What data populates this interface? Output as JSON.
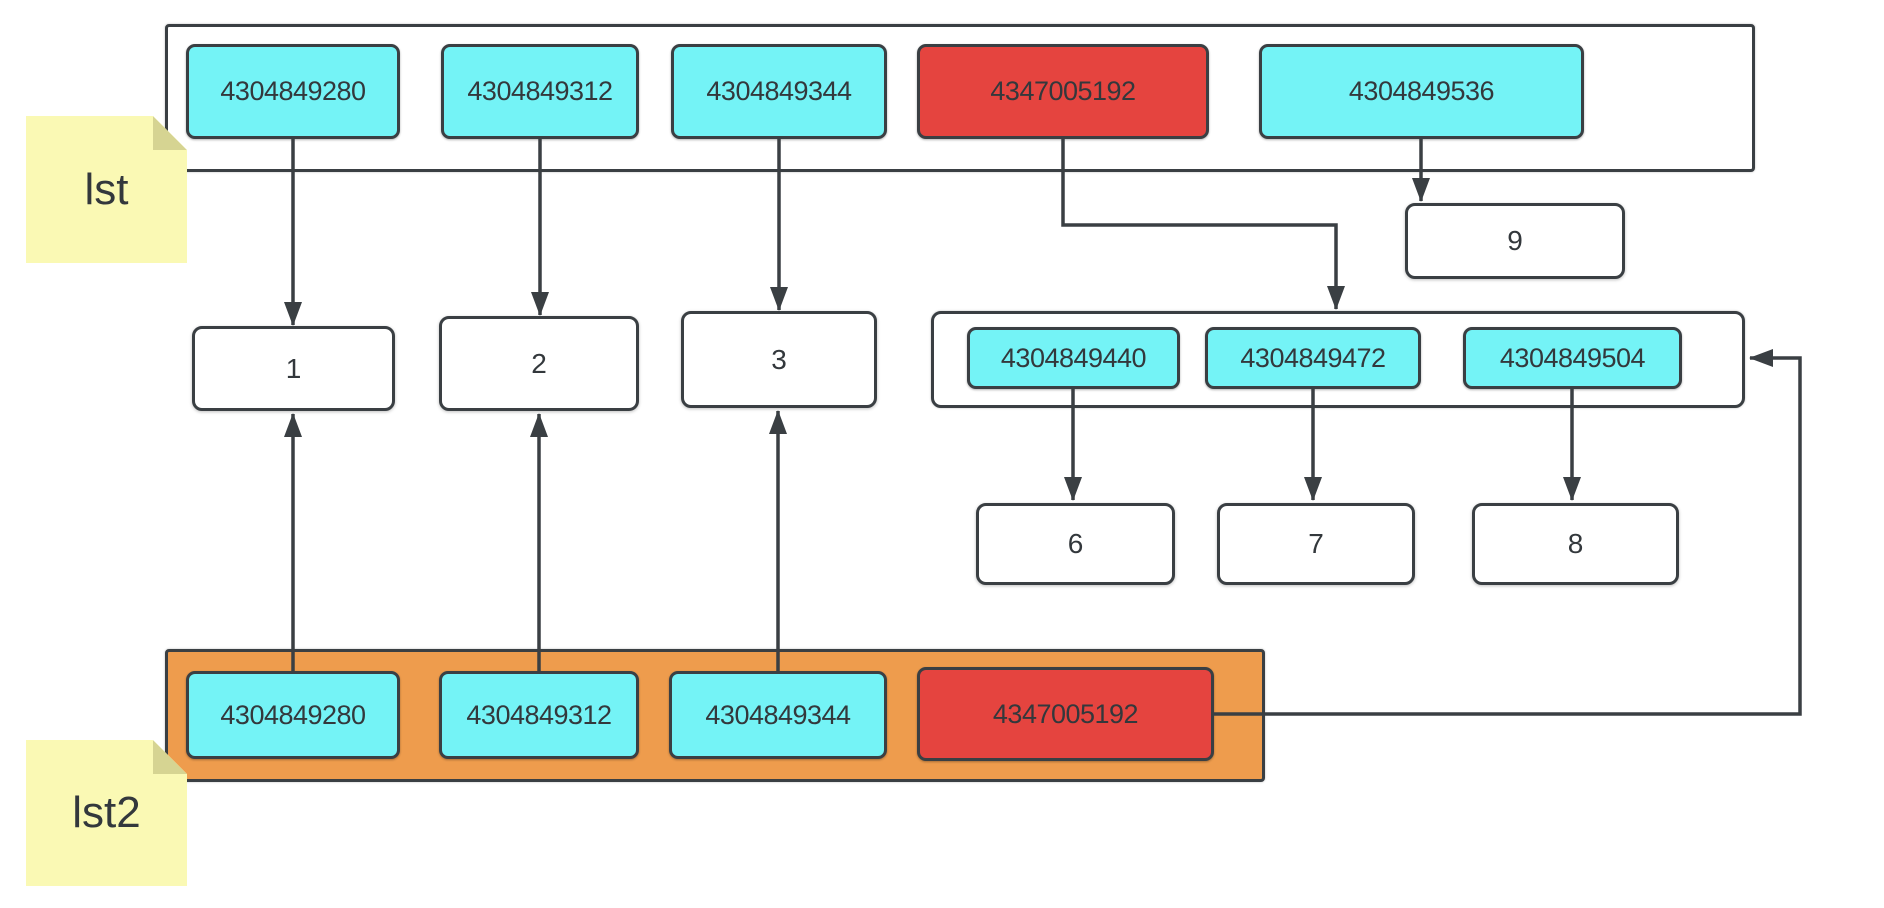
{
  "colors": {
    "cyan": "#74F3F6",
    "red": "#E5443F",
    "orange": "#EE9C4D",
    "sticky-yellow": "#FAF9B4",
    "sticky-fold": "#D6D492",
    "stroke": "#3A3F43",
    "text": "#33383C"
  },
  "lst": {
    "label": "lst",
    "items": [
      {
        "text": "4304849280",
        "fill": "cyan"
      },
      {
        "text": "4304849312",
        "fill": "cyan"
      },
      {
        "text": "4304849344",
        "fill": "cyan"
      },
      {
        "text": "4347005192",
        "fill": "red"
      },
      {
        "text": "4304849536",
        "fill": "cyan"
      }
    ]
  },
  "lst2": {
    "label": "lst2",
    "items": [
      {
        "text": "4304849280",
        "fill": "cyan"
      },
      {
        "text": "4304849312",
        "fill": "cyan"
      },
      {
        "text": "4304849344",
        "fill": "cyan"
      },
      {
        "text": "4347005192",
        "fill": "red"
      }
    ]
  },
  "nested": {
    "items": [
      {
        "text": "4304849440",
        "fill": "cyan"
      },
      {
        "text": "4304849472",
        "fill": "cyan"
      },
      {
        "text": "4304849504",
        "fill": "cyan"
      }
    ]
  },
  "values": {
    "v1": "1",
    "v2": "2",
    "v3": "3",
    "v6": "6",
    "v7": "7",
    "v8": "8",
    "v9": "9"
  }
}
